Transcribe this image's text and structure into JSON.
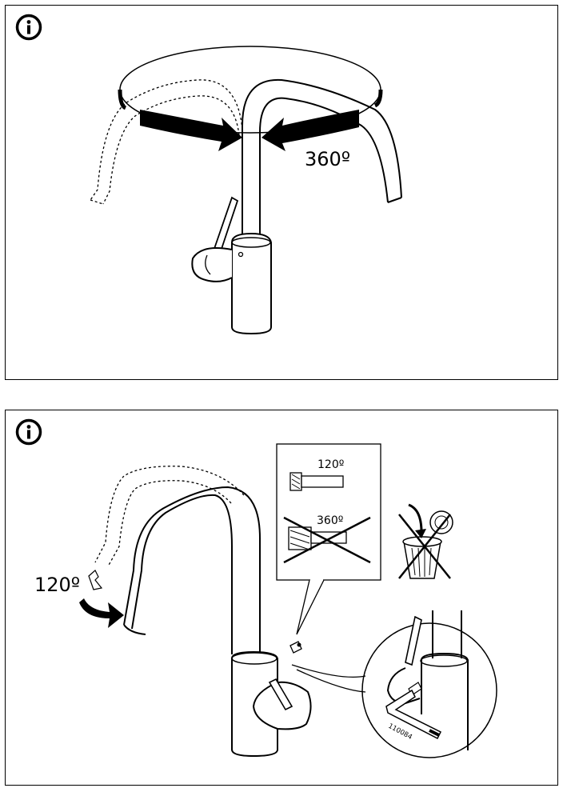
{
  "top_panel": {
    "info_icon": "info-circle-icon",
    "rotation_label": "360º"
  },
  "bottom_panel": {
    "info_icon": "info-circle-icon",
    "rotation_label": "120º",
    "callout": {
      "allowed_label": "120º",
      "forbidden_label": "360º"
    },
    "detail_part_number": "110084",
    "dispose_icon": "trash-can-icon"
  }
}
